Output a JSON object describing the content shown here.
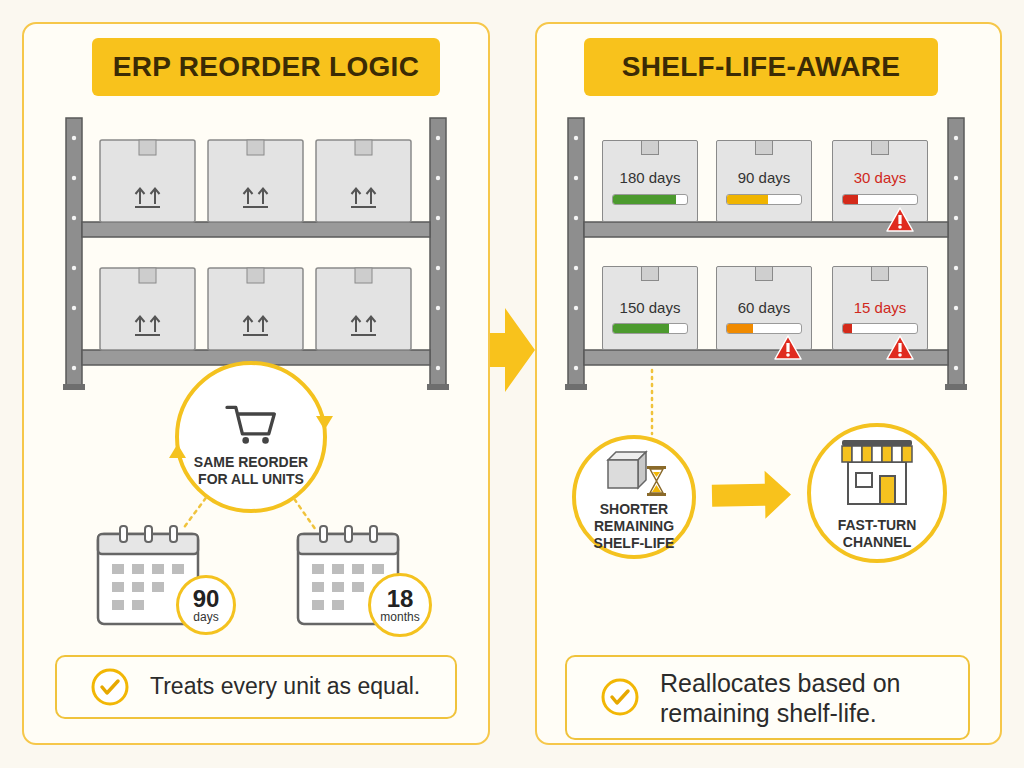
{
  "diagram": {
    "nodes": [
      {
        "text": [
          "ERP REORDER LOGIC"
        ]
      },
      {
        "text": [
          "SAME REORDER FOR ALL UNITS"
        ],
        "in": 0
      },
      {
        "text": [
          "90",
          "days"
        ],
        "in": 0
      },
      {
        "text": [
          "18",
          "months"
        ],
        "in": 0
      },
      {
        "text": [
          "Treats every unit as equal."
        ],
        "in": 0
      },
      {
        "text": [
          "SHELF-LIFE-AWARE"
        ]
      },
      {
        "text": [
          "180 days"
        ],
        "in": 5
      },
      {
        "text": [
          "90 days"
        ],
        "in": 5
      },
      {
        "text": [
          "30 days"
        ],
        "in": 5
      },
      {
        "text": [
          "150 days"
        ],
        "in": 5
      },
      {
        "text": [
          "60 days"
        ],
        "in": 5
      },
      {
        "text": [
          "15 days"
        ],
        "in": 5
      },
      {
        "text": [
          "SHORTER REMAINING SHELF-LIFE"
        ],
        "in": 5
      },
      {
        "text": [
          "FAST-TURN CHANNEL"
        ],
        "in": 5
      },
      {
        "text": [
          "Reallocates based on remaining shelf-life."
        ],
        "in": 5
      }
    ],
    "edges": [
      {
        "from": 0,
        "to": 5,
        "arrow": "to"
      },
      {
        "from": 1,
        "to": 2,
        "arrow": "none"
      },
      {
        "from": 1,
        "to": 3,
        "arrow": "none"
      },
      {
        "from": 12,
        "to": 13,
        "arrow": "to"
      }
    ]
  }
}
